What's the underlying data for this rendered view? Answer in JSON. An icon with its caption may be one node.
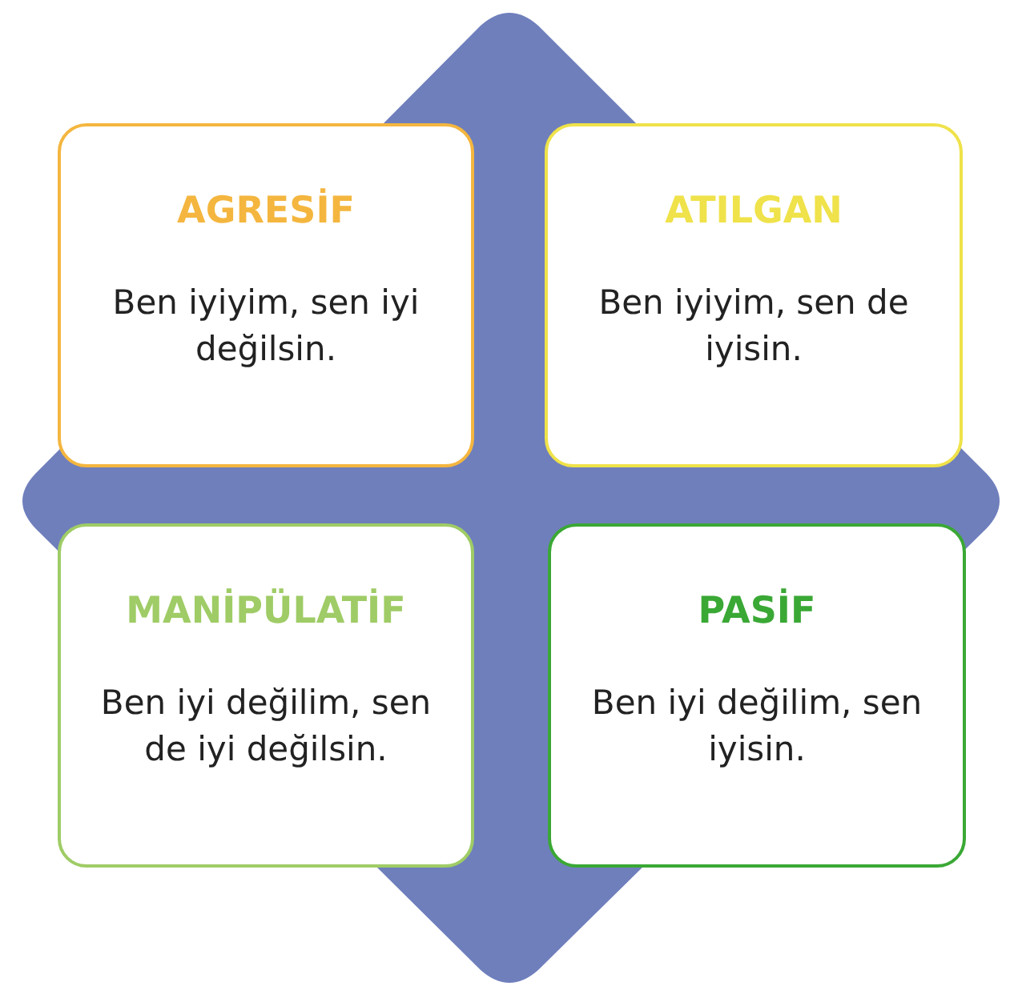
{
  "diagram": {
    "nodes": [
      {
        "text": [
          "AGRESİF",
          "Ben iyiyim, sen iyi değilsin."
        ]
      },
      {
        "text": [
          "ATILGAN",
          "Ben iyiyim, sen de iyisin."
        ]
      },
      {
        "text": [
          "MANİPÜLATİF",
          "Ben iyi değilim, sen de iyi değilsin."
        ]
      },
      {
        "text": [
          "PASİF",
          "Ben iyi değilim, sen iyisin."
        ]
      }
    ]
  }
}
